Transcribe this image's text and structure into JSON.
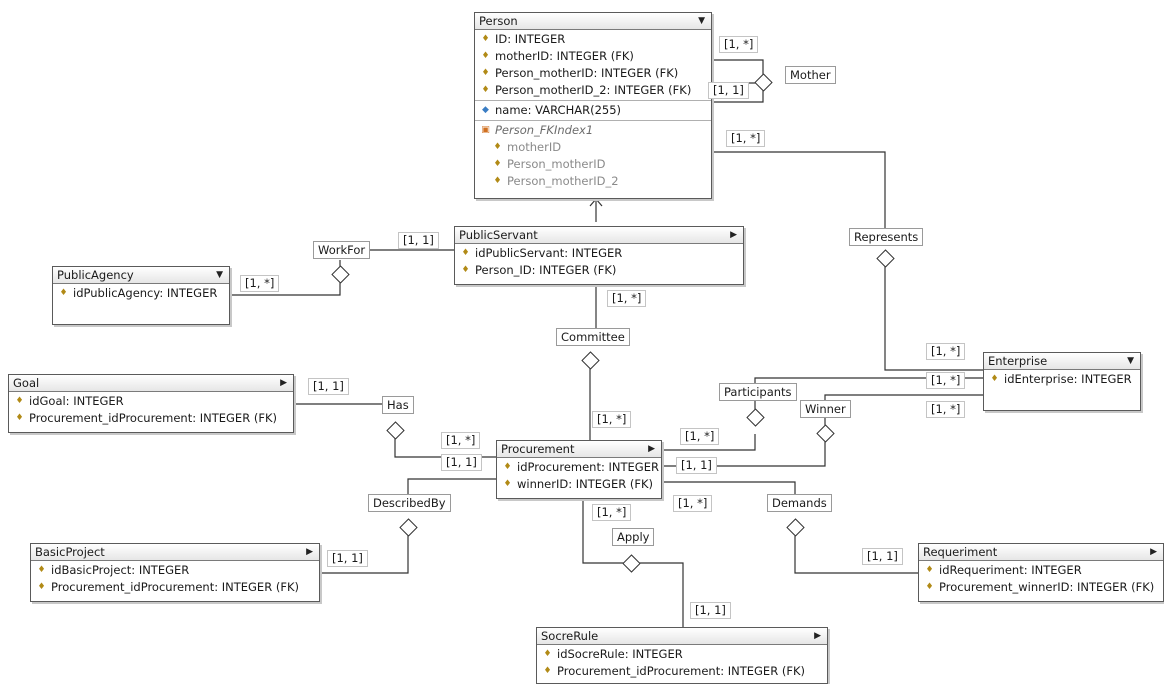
{
  "tables": {
    "person": {
      "title": "Person",
      "columns": [
        "ID: INTEGER",
        "motherID: INTEGER (FK)",
        "Person_motherID: INTEGER (FK)",
        "Person_motherID_2: INTEGER (FK)"
      ],
      "attribute": "name: VARCHAR(255)",
      "index_name": "Person_FKIndex1",
      "index_columns": [
        "motherID",
        "Person_motherID",
        "Person_motherID_2"
      ]
    },
    "public_servant": {
      "title": "PublicServant",
      "columns": [
        "idPublicServant: INTEGER",
        "Person_ID: INTEGER (FK)"
      ]
    },
    "public_agency": {
      "title": "PublicAgency",
      "columns": [
        "idPublicAgency: INTEGER"
      ]
    },
    "goal": {
      "title": "Goal",
      "columns": [
        "idGoal: INTEGER",
        "Procurement_idProcurement: INTEGER (FK)"
      ]
    },
    "procurement": {
      "title": "Procurement",
      "columns": [
        "idProcurement: INTEGER",
        "winnerID: INTEGER (FK)"
      ]
    },
    "enterprise": {
      "title": "Enterprise",
      "columns": [
        "idEnterprise: INTEGER"
      ]
    },
    "basic_project": {
      "title": "BasicProject",
      "columns": [
        "idBasicProject: INTEGER",
        "Procurement_idProcurement: INTEGER (FK)"
      ]
    },
    "requeriment": {
      "title": "Requeriment",
      "columns": [
        "idRequeriment: INTEGER",
        "Procurement_winnerID: INTEGER (FK)"
      ]
    },
    "socre_rule": {
      "title": "SocreRule",
      "columns": [
        "idSocreRule: INTEGER",
        "Procurement_idProcurement: INTEGER (FK)"
      ]
    }
  },
  "relationships": {
    "mother": "Mother",
    "work_for": "WorkFor",
    "represents": "Represents",
    "committee": "Committee",
    "has": "Has",
    "participants": "Participants",
    "winner": "Winner",
    "described_by": "DescribedBy",
    "demands": "Demands",
    "apply": "Apply"
  },
  "cardinalities": {
    "many": "[1, *]",
    "one": "[1, 1]"
  }
}
